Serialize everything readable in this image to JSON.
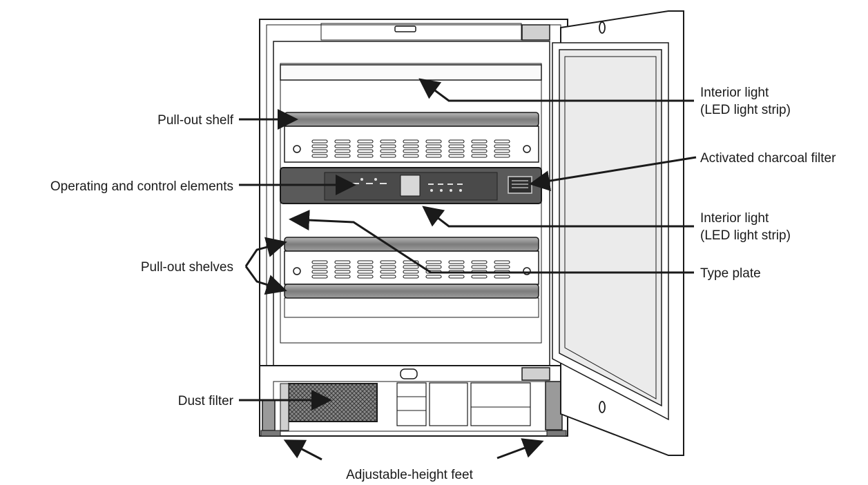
{
  "labels": {
    "pull_out_shelf": "Pull-out shelf",
    "operating_controls": "Operating and control elements",
    "pull_out_shelves": "Pull-out shelves",
    "dust_filter": "Dust filter",
    "interior_light_top_1": "Interior light",
    "interior_light_top_2": "(LED light strip)",
    "charcoal_filter": "Activated charcoal filter",
    "interior_light_mid_1": "Interior light",
    "interior_light_mid_2": "(LED light strip)",
    "type_plate": "Type plate",
    "adjustable_feet": "Adjustable-height feet"
  },
  "colors": {
    "ink": "#1a1a1a",
    "panel": "#5a5a5a",
    "shelf": "#8f8f8f",
    "glass": "#ebebeb"
  }
}
